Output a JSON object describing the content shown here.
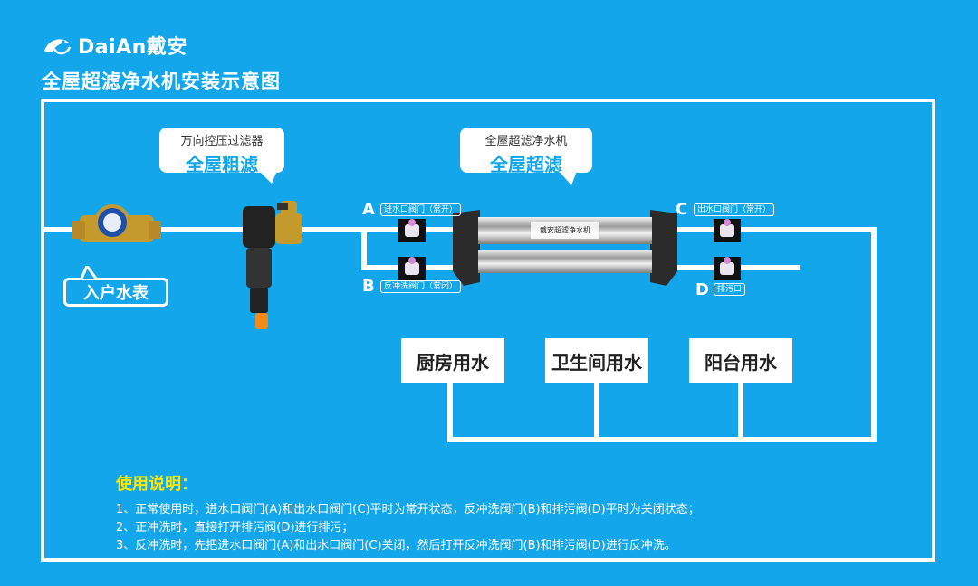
{
  "header": {
    "brand": "DaiAn戴安",
    "title": "全屋超滤净水机安装示意图"
  },
  "callouts": {
    "prefilter": {
      "sub": "万向控压过滤器",
      "main": "全屋粗滤"
    },
    "ultrafilter": {
      "sub": "全屋超滤净水机",
      "main": "全屋超滤"
    },
    "meter": "入户水表"
  },
  "device_label": "戴安超滤净水机",
  "valves": {
    "A": {
      "letter": "A",
      "tag": "进水口阀门（常开）"
    },
    "B": {
      "letter": "B",
      "tag": "反冲洗阀门（常闭）"
    },
    "C": {
      "letter": "C",
      "tag": "出水口阀门（常开）"
    },
    "D": {
      "letter": "D",
      "tag": "排污口"
    }
  },
  "outlets": [
    "厨房用水",
    "卫生间用水",
    "阳台用水"
  ],
  "instructions": {
    "title": "使用说明：",
    "lines": [
      "1、正常使用时，进水口阀门(A)和出水口阀门(C)平时为常开状态，反冲洗阀门(B)和排污阀(D)平时为关闭状态；",
      "2、正冲洗时，直接打开排污阀(D)进行排污；",
      "3、反冲洗时，先把进水口阀门(A)和出水口阀门(C)关闭，然后打开反冲洗阀门(B)和排污阀(D)进行反冲洗。"
    ]
  },
  "colors": {
    "background": "#13a6ea",
    "accent_yellow": "#ffe600",
    "pipe": "#ffffff"
  }
}
